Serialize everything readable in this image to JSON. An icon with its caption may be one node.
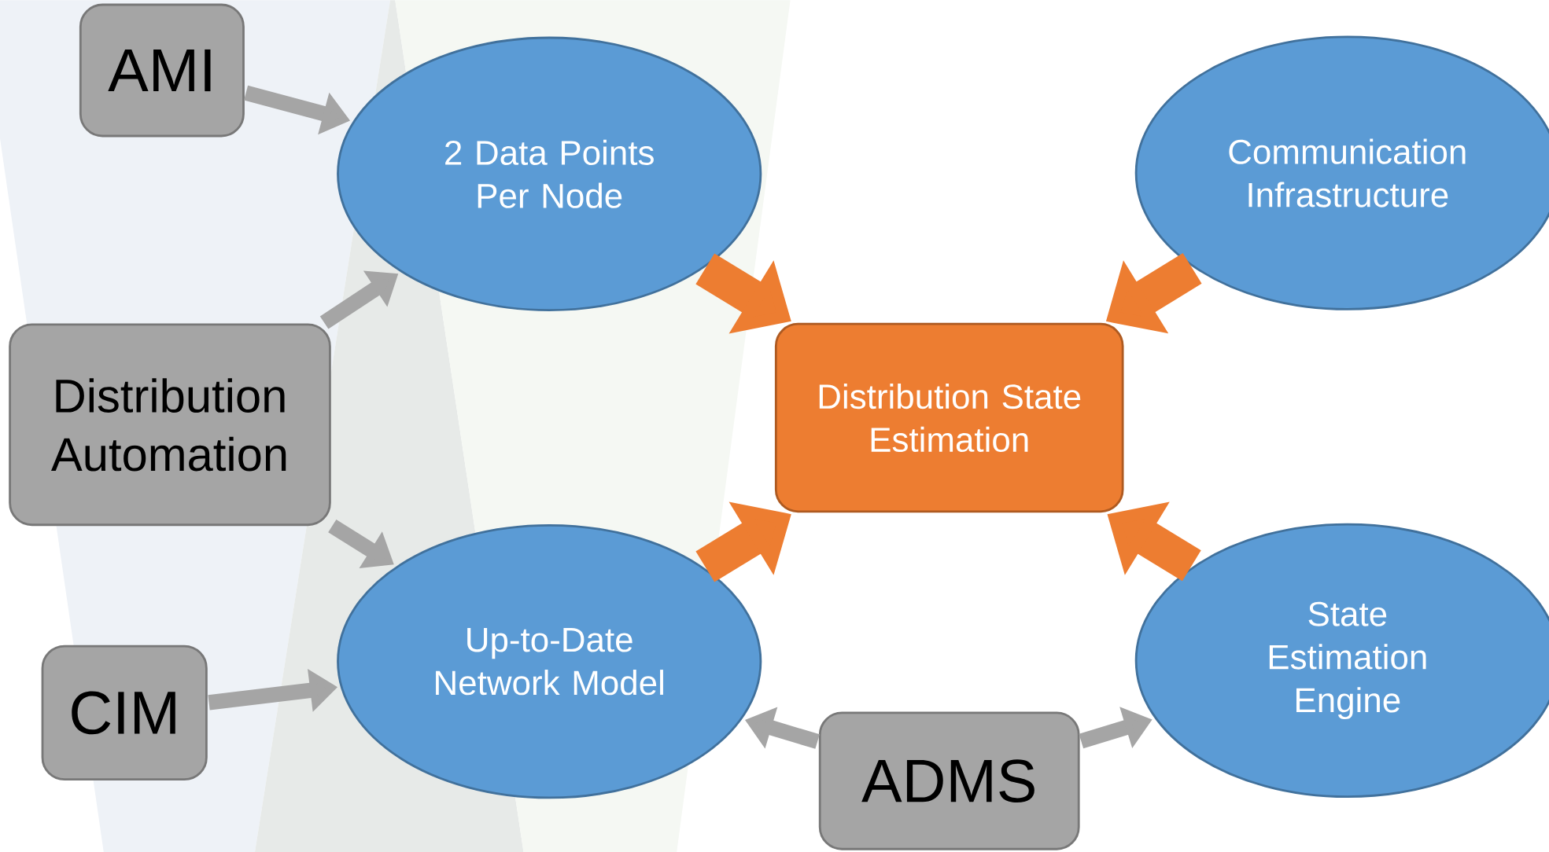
{
  "diagram": {
    "nodes": [
      {
        "text": [
          "AMI"
        ]
      },
      {
        "text": [
          "2 Data Points Per Node"
        ]
      },
      {
        "text": [
          "Communication Infrastructure"
        ]
      },
      {
        "text": [
          "Distribution Automation"
        ]
      },
      {
        "text": [
          "Distribution State Estimation"
        ]
      },
      {
        "text": [
          "Up-to-Date Network Model"
        ]
      },
      {
        "text": [
          "CIM"
        ]
      },
      {
        "text": [
          "State Estimation Engine"
        ]
      },
      {
        "text": [
          "ADMS"
        ]
      }
    ],
    "edges": [
      {
        "from": 0,
        "to": 1,
        "arrow": "to"
      },
      {
        "from": 3,
        "to": 1,
        "arrow": "to"
      },
      {
        "from": 3,
        "to": 5,
        "arrow": "to"
      },
      {
        "from": 6,
        "to": 5,
        "arrow": "to"
      },
      {
        "from": 1,
        "to": 4,
        "arrow": "to",
        "style": "thick",
        "color": "#ed7d31"
      },
      {
        "from": 2,
        "to": 4,
        "arrow": "to",
        "style": "thick",
        "color": "#ed7d31"
      },
      {
        "from": 5,
        "to": 4,
        "arrow": "to",
        "style": "thick",
        "color": "#ed7d31"
      },
      {
        "from": 7,
        "to": 4,
        "arrow": "to",
        "style": "thick",
        "color": "#ed7d31"
      },
      {
        "from": 8,
        "to": 5,
        "arrow": "to"
      },
      {
        "from": 8,
        "to": 7,
        "arrow": "to"
      }
    ]
  }
}
